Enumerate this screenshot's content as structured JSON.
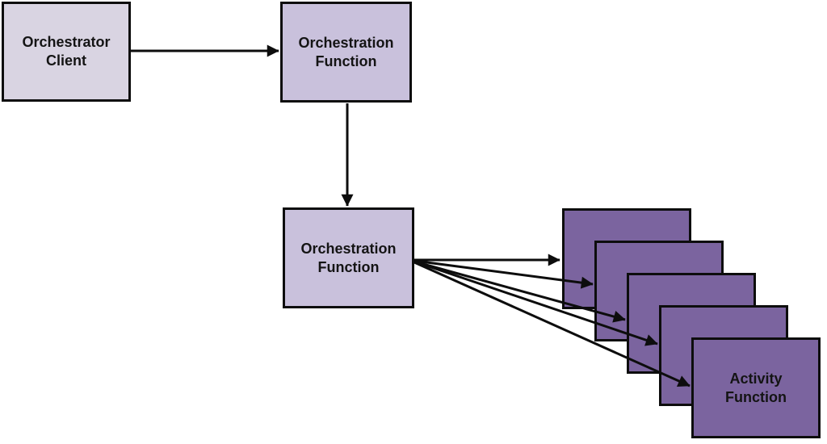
{
  "diagram": {
    "background": "#ffffff",
    "border_color": "#0d0d0d",
    "arrow_color": "#0d0d0d",
    "text_color": "#141414",
    "nodes": {
      "client": {
        "label": "Orchestrator Client",
        "fill": "#d9d4e2"
      },
      "orchestration_top": {
        "label": "Orchestration Function",
        "fill": "#c9c1dc"
      },
      "orchestration_mid": {
        "label": "Orchestration Function",
        "fill": "#c9c1dc"
      },
      "activity": {
        "label": "Activity Function",
        "fill": "#7b649f",
        "stack_count": 5
      }
    },
    "edges": [
      {
        "from": "orchestrator-client",
        "to": "orchestration-function-top"
      },
      {
        "from": "orchestration-function-top",
        "to": "orchestration-function-mid"
      },
      {
        "from": "orchestration-function-mid",
        "to": "activity-function-stack-1"
      },
      {
        "from": "orchestration-function-mid",
        "to": "activity-function-stack-2"
      },
      {
        "from": "orchestration-function-mid",
        "to": "activity-function-stack-3"
      },
      {
        "from": "orchestration-function-mid",
        "to": "activity-function-stack-4"
      },
      {
        "from": "orchestration-function-mid",
        "to": "activity-function-stack-5"
      }
    ]
  }
}
